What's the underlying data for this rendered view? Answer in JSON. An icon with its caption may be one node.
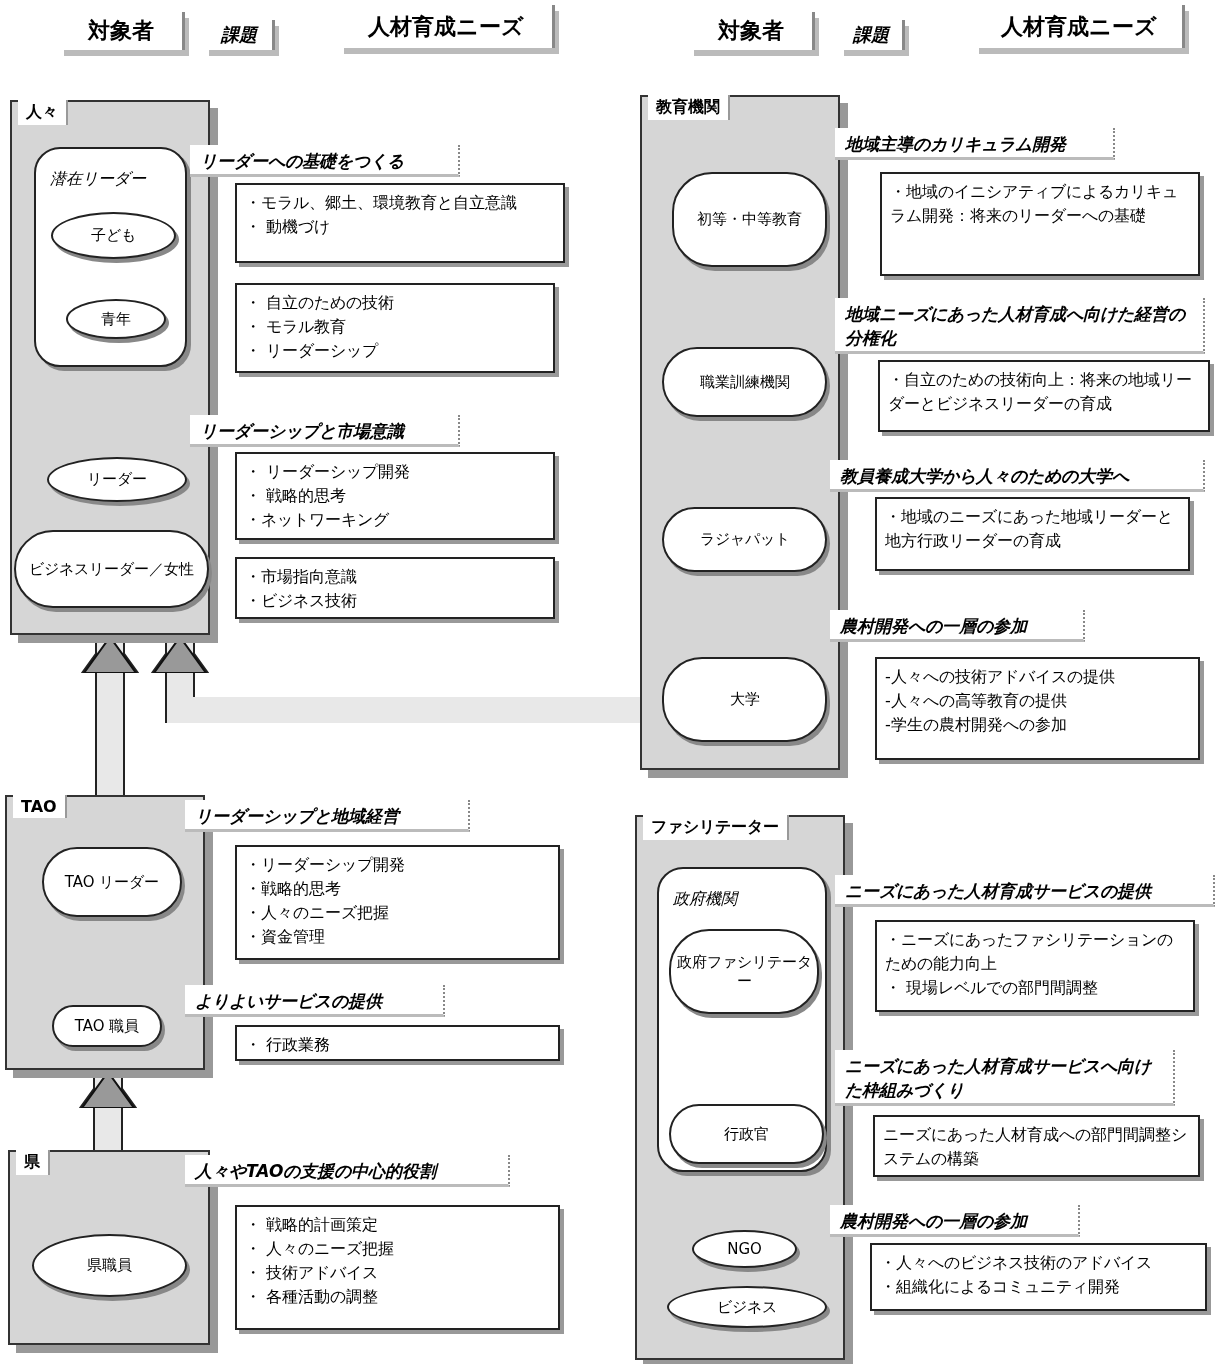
{
  "diagram": {
    "nodes": [
      {
        "text": [
          "対象者"
        ]
      },
      {
        "text": [
          "課題"
        ]
      },
      {
        "text": [
          "人材育成ニーズ"
        ]
      },
      {
        "text": [
          "対象者"
        ]
      },
      {
        "text": [
          "課題"
        ]
      },
      {
        "text": [
          "人材育成ニーズ"
        ]
      },
      {
        "text": [
          "人々"
        ]
      },
      {
        "text": [
          "潜在リーダー"
        ],
        "in": 6
      },
      {
        "text": [
          "子ども"
        ],
        "in": 7
      },
      {
        "text": [
          "青年"
        ],
        "in": 7
      },
      {
        "text": [
          "リーダー"
        ],
        "in": 6
      },
      {
        "text": [
          "ビジネスリーダー／女性"
        ],
        "in": 6
      },
      {
        "text": [
          "リーダーへの基礎をつくる"
        ]
      },
      {
        "text": [
          "・モラル、郷土、環境教育と自立意識",
          "・ 動機づけ"
        ]
      },
      {
        "text": [
          "・ 自立のための技術",
          "・ モラル教育",
          "・ リーダーシップ"
        ]
      },
      {
        "text": [
          "リーダーシップと市場意識"
        ]
      },
      {
        "text": [
          "・ リーダーシップ開発",
          "・ 戦略的思考",
          "・ネットワーキング"
        ]
      },
      {
        "text": [
          "・市場指向意識",
          "・ビジネス技術"
        ]
      },
      {
        "text": [
          "TAO"
        ]
      },
      {
        "text": [
          "TAO リーダー"
        ],
        "in": 18
      },
      {
        "text": [
          "TAO 職員"
        ],
        "in": 18
      },
      {
        "text": [
          "リーダーシップと地域経営"
        ]
      },
      {
        "text": [
          "・リーダーシップ開発",
          "・戦略的思考",
          "・人々のニーズ把握",
          "・資金管理"
        ]
      },
      {
        "text": [
          "よりよいサービスの提供"
        ]
      },
      {
        "text": [
          "・ 行政業務"
        ]
      },
      {
        "text": [
          "県"
        ]
      },
      {
        "text": [
          "県職員"
        ],
        "in": 25
      },
      {
        "text": [
          "人々やTAOの支援の中心的役割"
        ]
      },
      {
        "text": [
          "・ 戦略的計画策定",
          "・ 人々のニーズ把握",
          "・ 技術アドバイス",
          "・ 各種活動の調整"
        ]
      },
      {
        "text": [
          "教育機関"
        ]
      },
      {
        "text": [
          "初等・中等教育"
        ],
        "in": 29
      },
      {
        "text": [
          "職業訓練機関"
        ],
        "in": 29
      },
      {
        "text": [
          "ラジャパット"
        ],
        "in": 29
      },
      {
        "text": [
          "大学"
        ],
        "in": 29
      },
      {
        "text": [
          "地域主導のカリキュラム開発"
        ]
      },
      {
        "text": [
          "・地域のイニシアティブによるカリキュラム開発：将来のリーダーへの基礎"
        ]
      },
      {
        "text": [
          "地域ニーズにあった人材育成へ向けた経営の分権化"
        ]
      },
      {
        "text": [
          "・自立のための技術向上：将来の地域リーダーとビジネスリーダーの育成"
        ]
      },
      {
        "text": [
          "教員養成大学から人々のための大学へ"
        ]
      },
      {
        "text": [
          "・地域のニーズにあった地域リーダーと地方行政リーダーの育成"
        ]
      },
      {
        "text": [
          "農村開発への一層の参加"
        ]
      },
      {
        "text": [
          "-人々への技術アドバイスの提供",
          "-人々への高等教育の提供",
          "-学生の農村開発への参加"
        ]
      },
      {
        "text": [
          "ファシリテーター"
        ]
      },
      {
        "text": [
          "政府機関"
        ],
        "in": 42
      },
      {
        "text": [
          "政府ファシリテーター"
        ],
        "in": 43
      },
      {
        "text": [
          "行政官"
        ],
        "in": 43
      },
      {
        "text": [
          "NGO"
        ],
        "in": 42
      },
      {
        "text": [
          "ビジネス"
        ],
        "in": 42
      },
      {
        "text": [
          "ニーズにあった人材育成サービスの提供"
        ]
      },
      {
        "text": [
          "・ニーズにあったファシリテーションのための能力向上",
          "・ 現場レベルでの部門間調整"
        ]
      },
      {
        "text": [
          "ニーズにあった人材育成サービスへ向けた枠組みづくり"
        ]
      },
      {
        "text": [
          "ニーズにあった人材育成への部門間調整システムの構築"
        ]
      },
      {
        "text": [
          "農村開発への一層の参加"
        ]
      },
      {
        "text": [
          "・人々へのビジネス技術のアドバイス",
          "・組織化によるコミュニティ開発"
        ]
      }
    ],
    "edges": [
      {
        "from": 25,
        "to": 18,
        "arrow": "to"
      },
      {
        "from": 18,
        "to": 6,
        "arrow": "to"
      },
      {
        "from": 29,
        "to": 6,
        "arrow": "to"
      }
    ]
  }
}
